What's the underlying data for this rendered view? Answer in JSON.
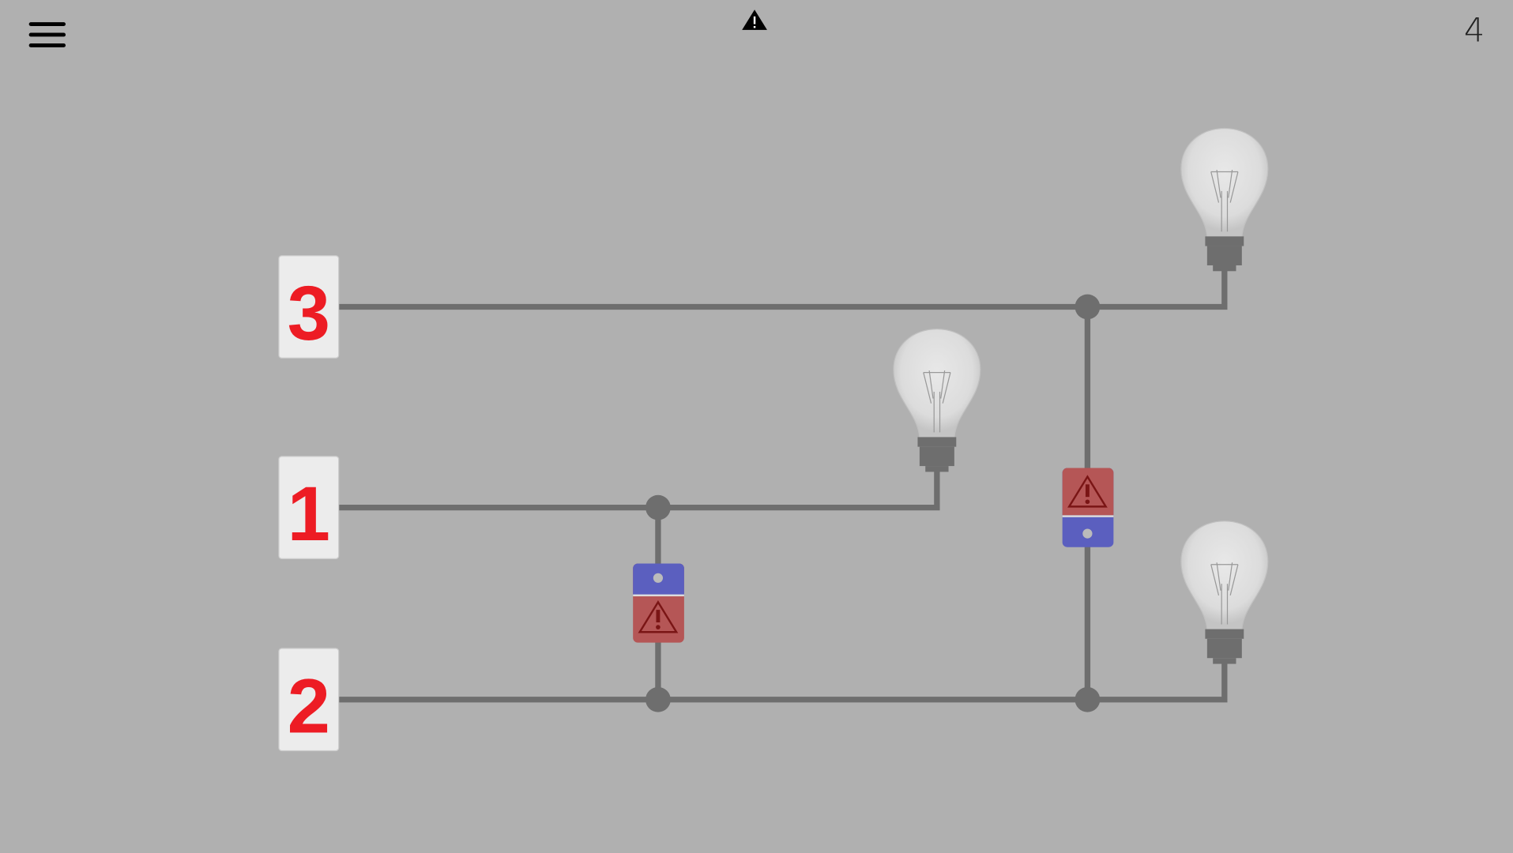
{
  "header": {
    "menu_icon": "hamburger-icon",
    "status_icon": "warning-icon",
    "level": "4"
  },
  "sources": [
    {
      "label": "3"
    },
    {
      "label": "1"
    },
    {
      "label": "2"
    }
  ],
  "bulbs": [
    {
      "lit": false
    },
    {
      "lit": false
    },
    {
      "lit": false
    }
  ],
  "switches": [
    {
      "state": "top-blue"
    },
    {
      "state": "top-red"
    }
  ],
  "colors": {
    "background": "#b0b0b0",
    "wire": "#6e6e6e",
    "blue": "#5b5fbf",
    "red": "#b55656",
    "digit": "#ed1c24"
  }
}
